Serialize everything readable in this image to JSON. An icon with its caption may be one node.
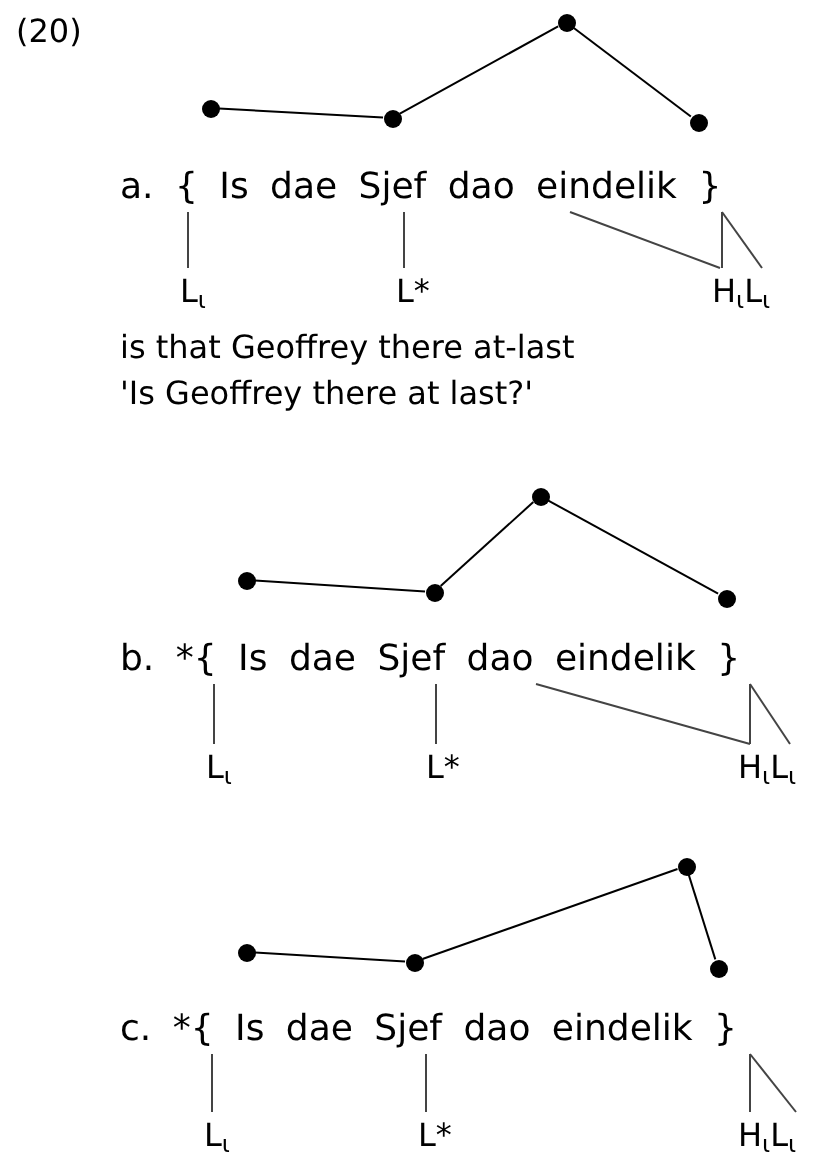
{
  "diagram": {
    "nodes": [
      {
        "text": [],
        "shape": "circle"
      },
      {
        "text": [],
        "shape": "circle"
      },
      {
        "text": [],
        "shape": "circle"
      },
      {
        "text": [],
        "shape": "circle"
      },
      {
        "text": [
          "a. { Is dae Sjef dao eindelik }"
        ]
      },
      {
        "text": [
          "L$_{ι}$"
        ]
      },
      {
        "text": [
          "L*"
        ]
      },
      {
        "text": [
          "H$_{ι}$L$_{ι}$"
        ]
      },
      {
        "text": [],
        "shape": "circle"
      },
      {
        "text": [],
        "shape": "circle"
      },
      {
        "text": [],
        "shape": "circle"
      },
      {
        "text": [],
        "shape": "circle"
      },
      {
        "text": [
          "b. *{ Is dae Sjef dao eindelik }"
        ]
      },
      {
        "text": [
          "L$_{ι}$"
        ]
      },
      {
        "text": [
          "L*"
        ]
      },
      {
        "text": [
          "H$_{ι}$L$_{ι}$"
        ]
      },
      {
        "text": [],
        "shape": "circle"
      },
      {
        "text": [],
        "shape": "circle"
      },
      {
        "text": [],
        "shape": "circle"
      },
      {
        "text": [],
        "shape": "circle"
      },
      {
        "text": [
          "c. *{ Is dae Sjef dao eindelik }"
        ]
      },
      {
        "text": [
          "L$_{ι}$"
        ]
      },
      {
        "text": [
          "L*"
        ]
      },
      {
        "text": [
          "H$_{ι}$L$_{ι}$"
        ]
      }
    ],
    "edges": [
      {
        "from": 0,
        "to": 1,
        "arrow": "none"
      },
      {
        "from": 1,
        "to": 2,
        "arrow": "none"
      },
      {
        "from": 2,
        "to": 3,
        "arrow": "none"
      },
      {
        "from": 4,
        "to": 5,
        "arrow": "none"
      },
      {
        "from": 4,
        "to": 6,
        "arrow": "none"
      },
      {
        "from": 4,
        "to": 7,
        "arrow": "none"
      },
      {
        "from": 4,
        "to": 7,
        "arrow": "none"
      },
      {
        "from": 4,
        "to": 7,
        "arrow": "none"
      },
      {
        "from": 8,
        "to": 9,
        "arrow": "none"
      },
      {
        "from": 9,
        "to": 10,
        "arrow": "none"
      },
      {
        "from": 10,
        "to": 11,
        "arrow": "none"
      },
      {
        "from": 12,
        "to": 13,
        "arrow": "none"
      },
      {
        "from": 12,
        "to": 14,
        "arrow": "none"
      },
      {
        "from": 12,
        "to": 15,
        "arrow": "none"
      },
      {
        "from": 12,
        "to": 15,
        "arrow": "none"
      },
      {
        "from": 12,
        "to": 15,
        "arrow": "none"
      },
      {
        "from": 16,
        "to": 17,
        "arrow": "none"
      },
      {
        "from": 17,
        "to": 18,
        "arrow": "none"
      },
      {
        "from": 18,
        "to": 19,
        "arrow": "none"
      },
      {
        "from": 20,
        "to": 21,
        "arrow": "none"
      },
      {
        "from": 20,
        "to": 22,
        "arrow": "none"
      },
      {
        "from": 20,
        "to": 23,
        "arrow": "none"
      },
      {
        "from": 20,
        "to": 23,
        "arrow": "none"
      }
    ],
    "labels": [
      "(20)",
      "is that Geoffrey there at-last",
      "'Is Geoffrey there at last?'"
    ]
  }
}
